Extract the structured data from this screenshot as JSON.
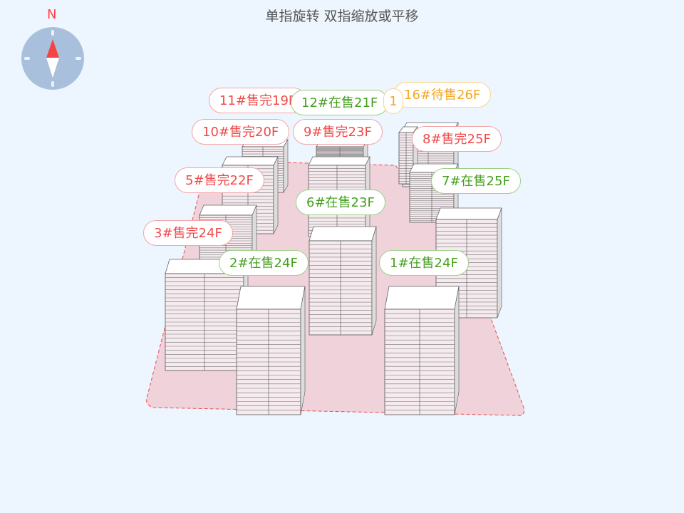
{
  "hint": "单指旋转 双指缩放或平移",
  "compass": {
    "north_label": "N"
  },
  "colors": {
    "sold": "#f04a4a",
    "onsale": "#46a020",
    "pending": "#f5a623",
    "site": "#efd2da",
    "boundary": "#f04a4a"
  },
  "buildings": [
    {
      "id": "15",
      "label": "1",
      "status": "pending"
    },
    {
      "id": "11",
      "label": "11#售完19F",
      "status": "sold",
      "floors": 19
    },
    {
      "id": "16",
      "label": "16#待售26F",
      "status": "pending",
      "floors": 26
    },
    {
      "id": "12",
      "label": "12#在售21F",
      "status": "onsale",
      "floors": 21
    },
    {
      "id": "10",
      "label": "10#售完20F",
      "status": "sold",
      "floors": 20
    },
    {
      "id": "9",
      "label": "9#售完23F",
      "status": "sold",
      "floors": 23
    },
    {
      "id": "8",
      "label": "8#售完25F",
      "status": "sold",
      "floors": 25
    },
    {
      "id": "5",
      "label": "5#售完22F",
      "status": "sold",
      "floors": 22
    },
    {
      "id": "7",
      "label": "7#在售25F",
      "status": "onsale",
      "floors": 25
    },
    {
      "id": "6",
      "label": "6#在售23F",
      "status": "onsale",
      "floors": 23
    },
    {
      "id": "3",
      "label": "3#售完24F",
      "status": "sold",
      "floors": 24
    },
    {
      "id": "2",
      "label": "2#在售24F",
      "status": "onsale",
      "floors": 24
    },
    {
      "id": "1",
      "label": "1#在售24F",
      "status": "onsale",
      "floors": 24
    }
  ]
}
